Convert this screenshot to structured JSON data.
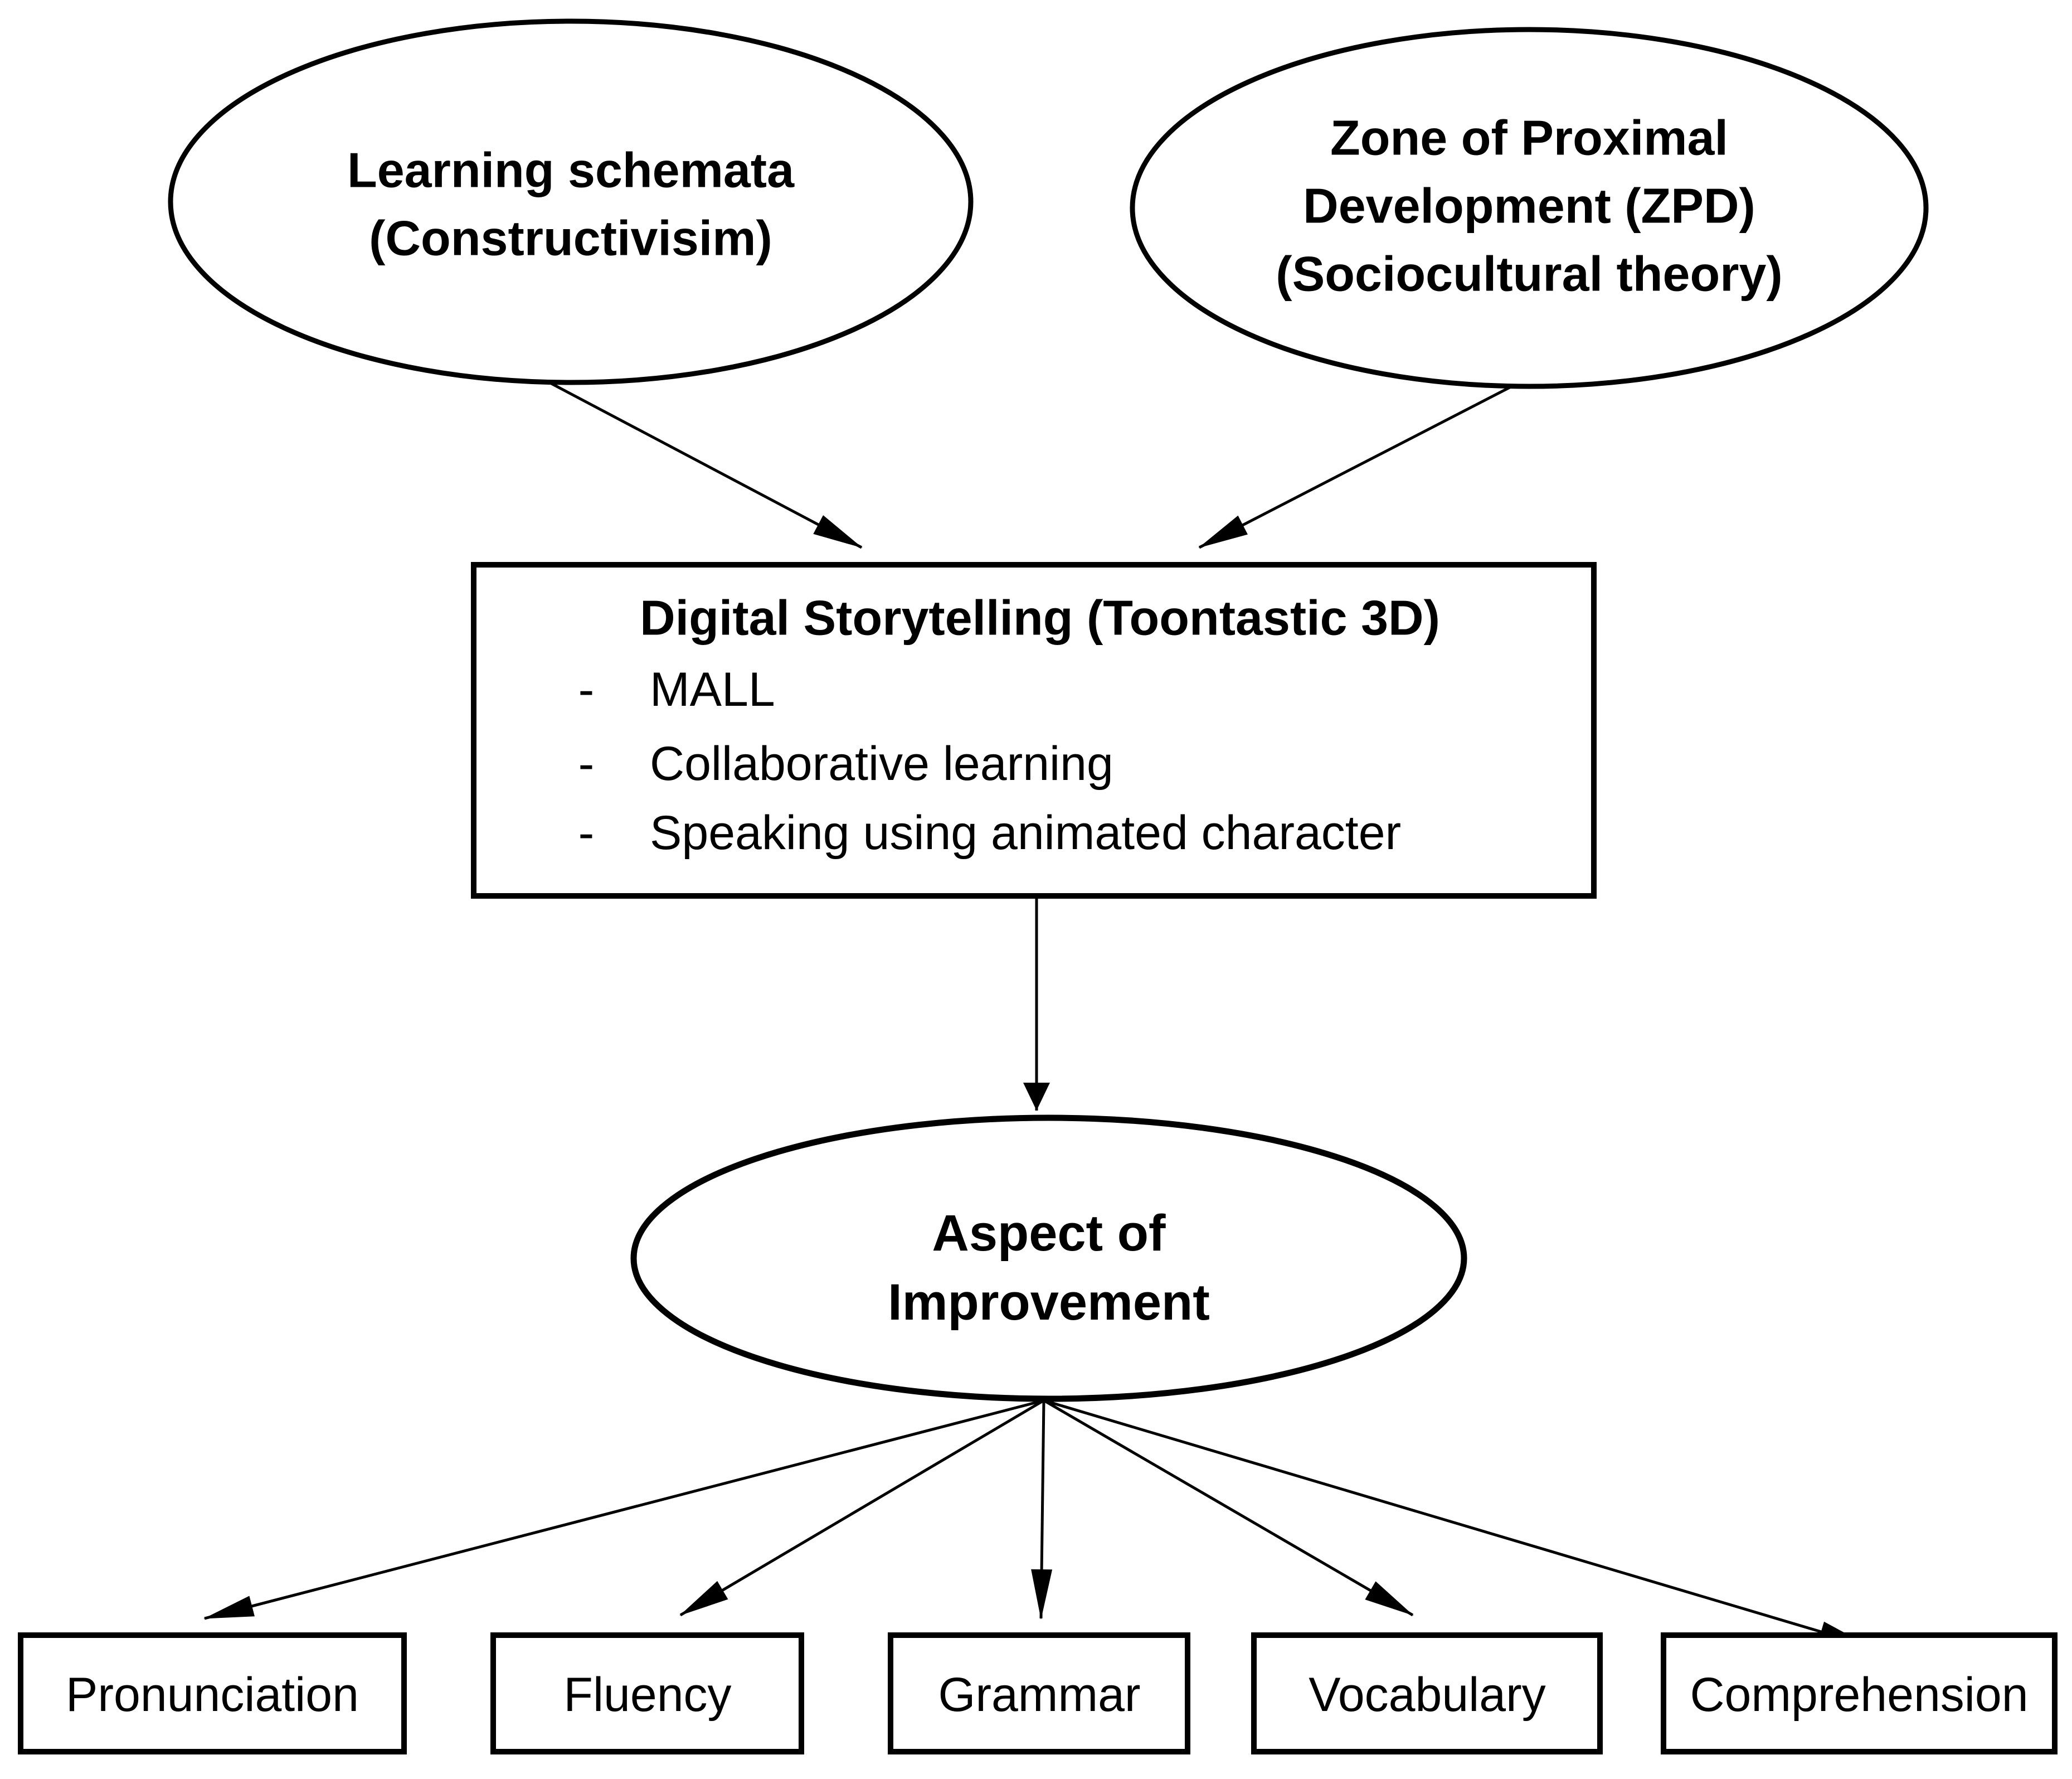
{
  "diagram": {
    "background_color": "#ffffff",
    "stroke_color": "#000000",
    "text_color": "#000000",
    "nodes": {
      "learning_schemata": {
        "lines": [
          "Learning schemata",
          "(Constructivisim)"
        ]
      },
      "zpd": {
        "lines": [
          "Zone of Proximal",
          "Development (ZPD)",
          "(Sociocultural theory)"
        ]
      },
      "digital_storytelling": {
        "title": "Digital Storytelling (Toontastic 3D)",
        "bullet_marker": "-",
        "bullets": [
          "MALL",
          "Collaborative learning",
          "Speaking using animated character"
        ]
      },
      "aspect_of_improvement": {
        "lines": [
          "Aspect of",
          "Improvement"
        ]
      },
      "outcomes": [
        "Pronunciation",
        "Fluency",
        "Grammar",
        "Vocabulary",
        "Comprehension"
      ]
    }
  }
}
